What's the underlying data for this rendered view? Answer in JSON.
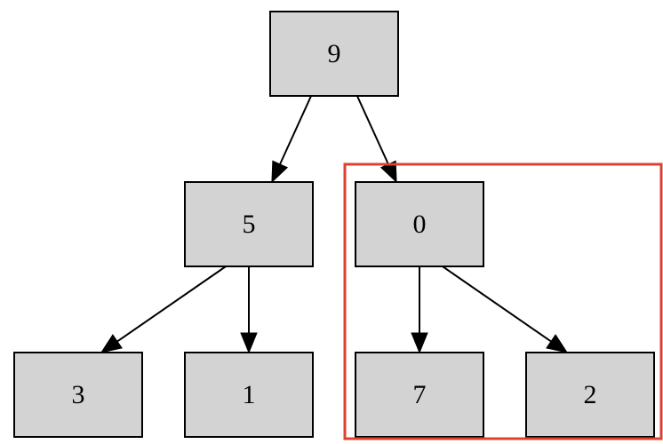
{
  "colors": {
    "node_fill": "#d3d3d3",
    "node_stroke": "#000000",
    "edge": "#000000",
    "highlight": "#e0402e"
  },
  "nodes": [
    {
      "id": "n9",
      "label": "9"
    },
    {
      "id": "n5",
      "label": "5"
    },
    {
      "id": "n0",
      "label": "0"
    },
    {
      "id": "n3",
      "label": "3"
    },
    {
      "id": "n1",
      "label": "1"
    },
    {
      "id": "n7",
      "label": "7"
    },
    {
      "id": "n2",
      "label": "2"
    }
  ],
  "edges": [
    {
      "from": "n9",
      "to": "n5"
    },
    {
      "from": "n9",
      "to": "n0"
    },
    {
      "from": "n5",
      "to": "n3"
    },
    {
      "from": "n5",
      "to": "n1"
    },
    {
      "from": "n0",
      "to": "n7"
    },
    {
      "from": "n0",
      "to": "n2"
    }
  ],
  "highlight": {
    "nodes": [
      "n0",
      "n7",
      "n2"
    ]
  }
}
